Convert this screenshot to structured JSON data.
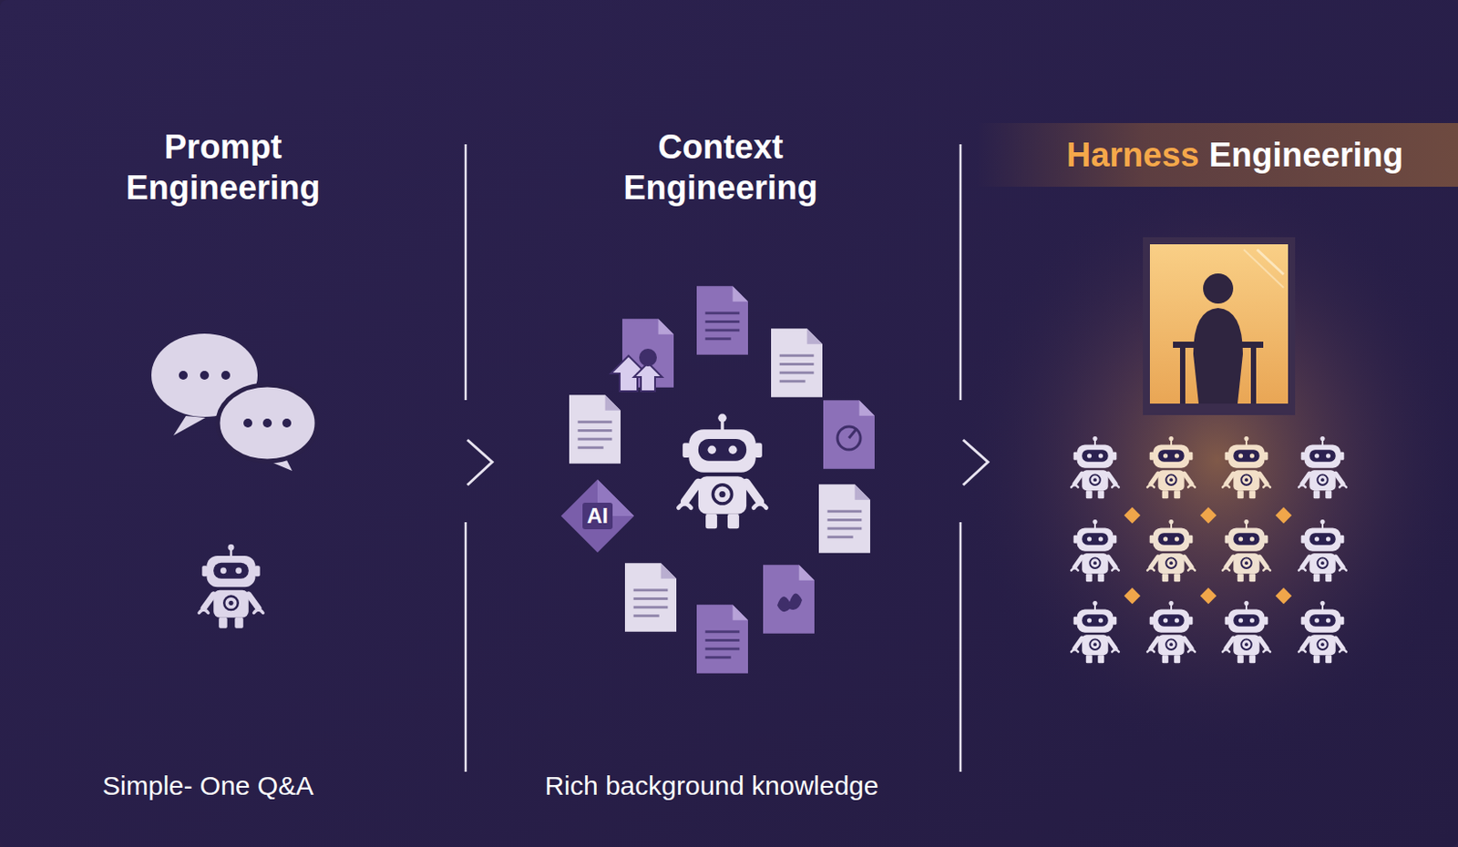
{
  "diagram": {
    "nodes": [
      {
        "text": [
          "Harness",
          "Engineering"
        ]
      },
      {
        "text": [
          "AI"
        ]
      }
    ],
    "labels": [
      "Prompt Engineering",
      "Context Engineering",
      "Simple- One Q&A",
      "Rich background knowledge"
    ]
  }
}
